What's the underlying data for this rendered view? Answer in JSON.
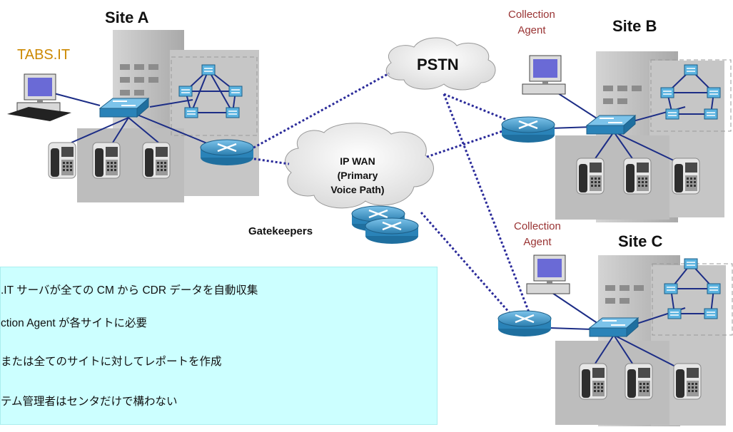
{
  "colors": {
    "agent_text": "#993333",
    "tabs_text": "#cc8800",
    "building": "#b9b9b9",
    "router": "#3a8fbf",
    "switch": "#4a9fcf",
    "link_dotted": "#2b2b9a",
    "link_solid": "#1c2d86",
    "notes_bg": "#ccffff"
  },
  "labels": {
    "site_a": "Site A",
    "site_b": "Site B",
    "site_c": "Site C",
    "tabs": "TABS.IT",
    "collection_agent_b": [
      "Collection",
      "Agent"
    ],
    "collection_agent_c": [
      "Collection",
      "Agent"
    ],
    "pstn": "PSTN",
    "ipwan": [
      "IP WAN",
      "(Primary",
      "Voice Path)"
    ],
    "gatekeepers": "Gatekeepers"
  },
  "icons": {
    "building": "building-icon",
    "router": "router-icon",
    "switch": "switch-icon",
    "ip_phone": "ip-phone-icon",
    "computer": "computer-icon",
    "cloud": "cloud-icon"
  },
  "notes": [
    ".IT サーバが全ての CM から CDR データを自動収集",
    "ction Agent が各サイトに必要",
    "または全てのサイトに対してレポートを作成",
    "テム管理者はセンタだけで構わない"
  ]
}
